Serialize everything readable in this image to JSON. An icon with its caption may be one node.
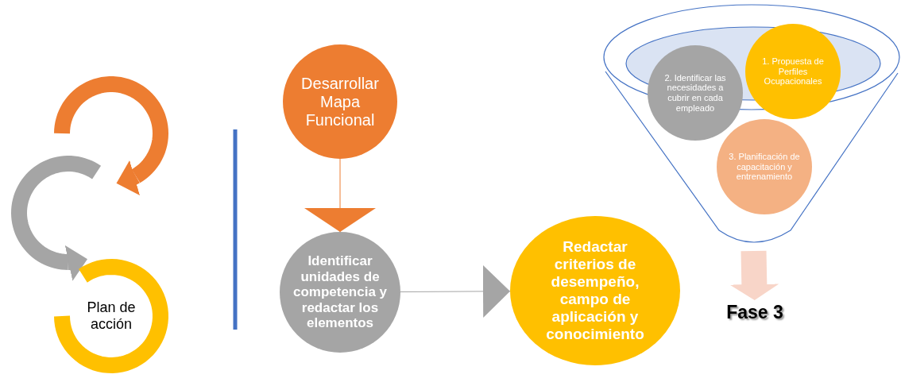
{
  "diagram": {
    "nodes": [
      {
        "text": [],
        "shape": "circle"
      },
      {
        "text": [],
        "shape": "circle"
      },
      {
        "text": [
          "Plan de acción"
        ]
      },
      {
        "text": [
          "Desarrollar Mapa Funcional"
        ]
      },
      {
        "text": [
          "Identificar unidades de competencia y redactar los elementos"
        ]
      },
      {
        "text": [
          "Redactar criterios de desempeño, campo de aplicación y conocimiento"
        ]
      },
      {
        "text": [],
        "shape": "funnel"
      },
      {
        "text": [
          "1. Propuesta de Perfiles Ocupacionales"
        ],
        "in": 6
      },
      {
        "text": [
          "2. Identificar las necesidades a cubrir en cada empleado"
        ],
        "in": 6
      },
      {
        "text": [
          "3. Planificación de capacitación y entrenamiento"
        ],
        "in": 6
      },
      {
        "text": [
          "Fase 3"
        ]
      }
    ],
    "edges": [
      {
        "from": 0,
        "to": 1,
        "arrow": "to",
        "color": "#ed7d31"
      },
      {
        "from": 1,
        "to": 2,
        "arrow": "to",
        "color": "#a5a5a5"
      },
      {
        "from": 3,
        "to": 4,
        "arrow": "to",
        "color": "#ed7d31"
      },
      {
        "from": 4,
        "to": 5,
        "arrow": "to",
        "color": "#a5a5a5"
      },
      {
        "from": 6,
        "to": 10,
        "arrow": "to",
        "color": "#f8d5c8"
      }
    ]
  }
}
